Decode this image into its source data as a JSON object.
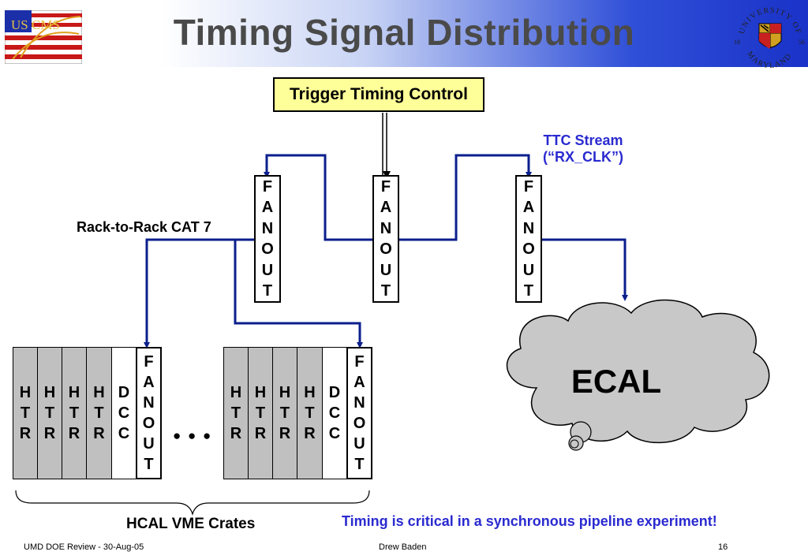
{
  "header": {
    "title": "Timing Signal Distribution",
    "left_logo_text": "US CMS",
    "right_logo_text": "UNIVERSITY OF MARYLAND",
    "right_logo_year_left": "18",
    "right_logo_year_right": "56"
  },
  "diagram": {
    "ttc_box": "Trigger Timing Control",
    "ttc_stream_line1": "TTC Stream",
    "ttc_stream_line2": "(“RX_CLK”)",
    "rack_label": "Rack-to-Rack CAT 7",
    "fanout_letters": [
      "F",
      "A",
      "N",
      "O",
      "U",
      "T"
    ],
    "htr_letters": [
      "H",
      "T",
      "R"
    ],
    "dcc_letters": [
      "D",
      "C",
      "C"
    ],
    "ellipsis": "● ● ●",
    "ecal": "ECAL",
    "crates_label": "HCAL VME Crates",
    "note": "Timing is critical in a synchronous pipeline experiment!"
  },
  "footer": {
    "left": "UMD DOE Review - 30-Aug-05",
    "center": "Drew Baden",
    "right": "16"
  },
  "colors": {
    "line": "#0b1f8c",
    "note": "#2a2ad0",
    "ttc_fill": "#ffff99",
    "htr_fill": "#c0c0c0",
    "cloud_fill": "#c8c8c8"
  }
}
